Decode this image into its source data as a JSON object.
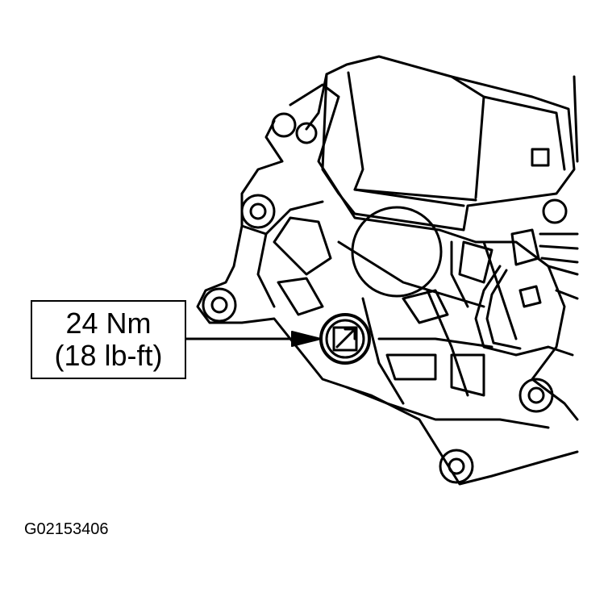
{
  "callout": {
    "torque_metric": "24 Nm",
    "torque_imperial": "(18 lb-ft)"
  },
  "figure": {
    "id": "G02153406"
  }
}
